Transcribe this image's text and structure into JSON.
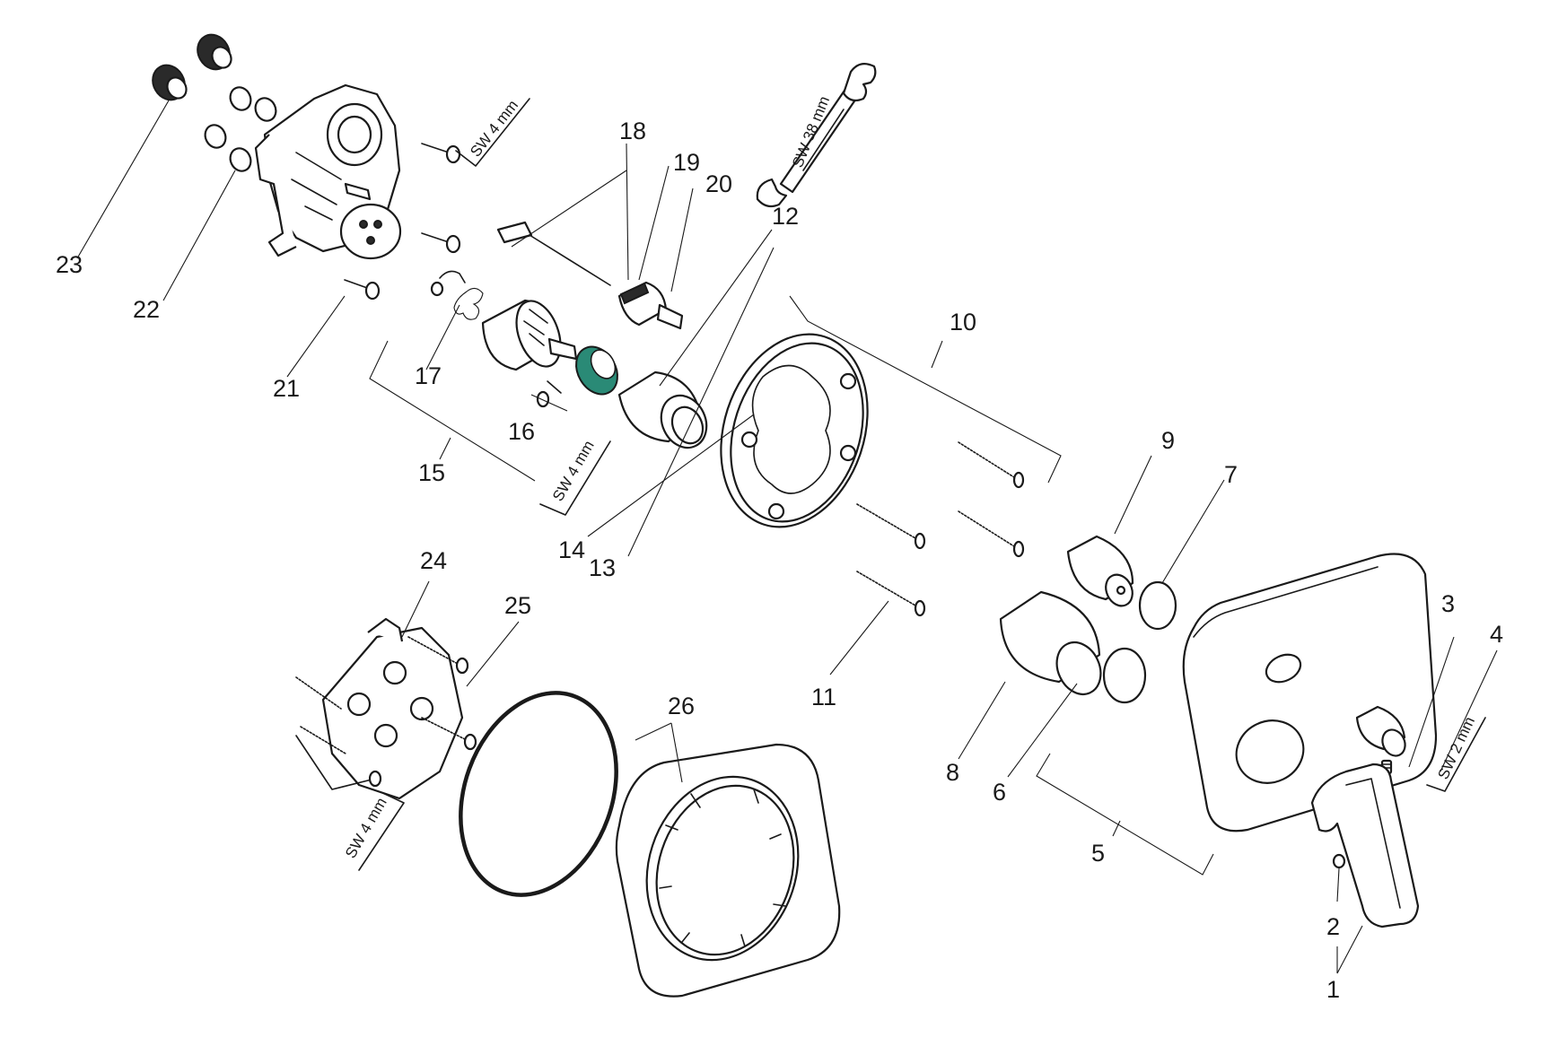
{
  "callouts": [
    "1",
    "2",
    "3",
    "4",
    "5",
    "6",
    "7",
    "8",
    "9",
    "10",
    "11",
    "12",
    "13",
    "14",
    "15",
    "16",
    "17",
    "18",
    "19",
    "20",
    "21",
    "22",
    "23",
    "24",
    "25",
    "26"
  ],
  "tool_labels": {
    "hex_top": "SW 4 mm",
    "hex_mid": "SW 4 mm",
    "hex_bottom": "SW 4 mm",
    "hex_right": "SW 2 mm",
    "wrench": "SW 38 mm"
  },
  "colors": {
    "line": "#1a1a1a",
    "highlight": "#2a8a76"
  }
}
